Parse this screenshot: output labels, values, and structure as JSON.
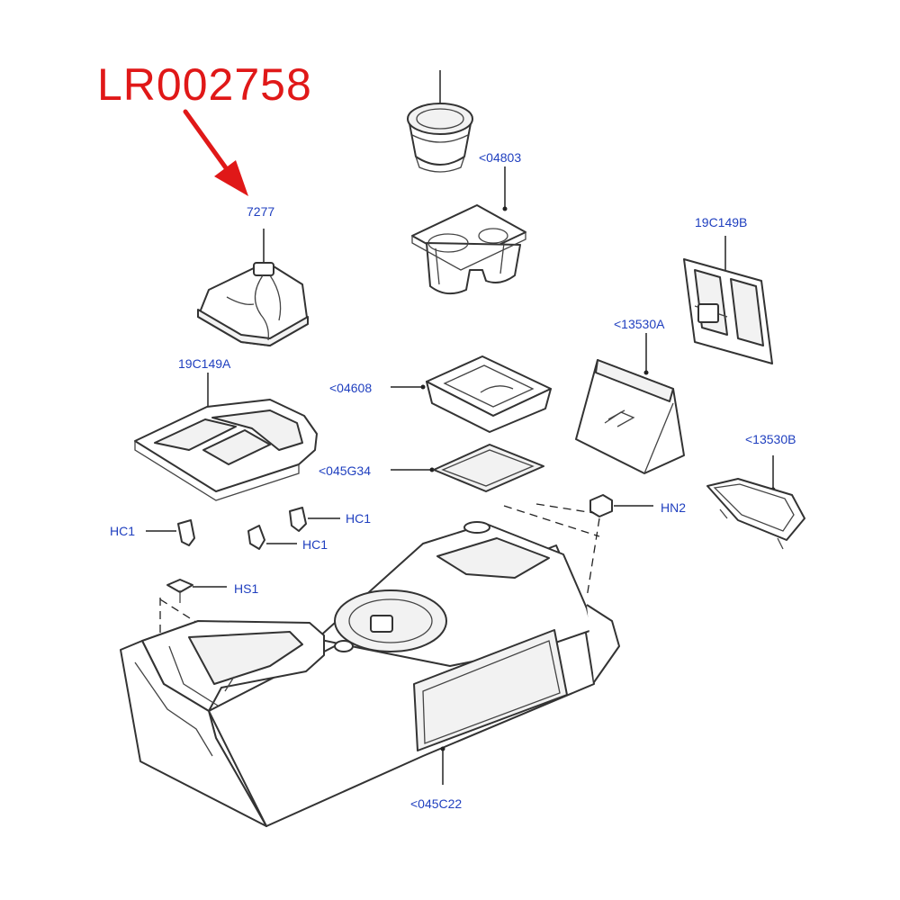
{
  "title": "LR002758",
  "colors": {
    "title": "#e01818",
    "arrow": "#e01818",
    "label": "#1f3fbf",
    "line": "#333333"
  },
  "labels": {
    "gear_boot": "7277",
    "cupholder_insert": "<04803",
    "bracket_b": "19C149B",
    "panel_a": "19C149A",
    "bin_a": "<13530A",
    "tray": "<04608",
    "mat": "<045G34",
    "bin_b": "<13530B",
    "nut": "HN2",
    "clip_left": "HC1",
    "clip_right": "HC1",
    "clip_mid": "HC1",
    "screw": "HS1",
    "console": "<045C22"
  }
}
